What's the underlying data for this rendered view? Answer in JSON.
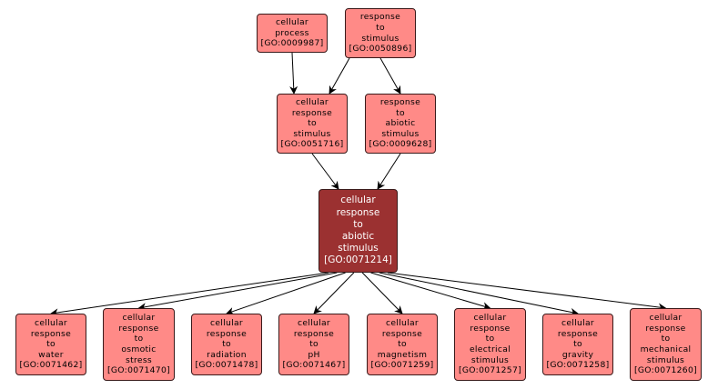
{
  "colors": {
    "node_fill": "#ff8a87",
    "focus_fill": "#9b3131",
    "edge": "#000000",
    "border": "#3a1a1a"
  },
  "nodes": {
    "cellular_process": {
      "lines": [
        "cellular",
        "process",
        "[GO:0009987]"
      ]
    },
    "response_to_stimulus": {
      "lines": [
        "response",
        "to",
        "stimulus",
        "[GO:0050896]"
      ]
    },
    "cellular_response_to_stimulus": {
      "lines": [
        "cellular",
        "response",
        "to",
        "stimulus",
        "[GO:0051716]"
      ]
    },
    "response_to_abiotic_stimulus": {
      "lines": [
        "response",
        "to",
        "abiotic",
        "stimulus",
        "[GO:0009628]"
      ]
    },
    "cellular_response_to_abiotic_stimulus": {
      "lines": [
        "cellular",
        "response",
        "to",
        "abiotic",
        "stimulus",
        "[GO:0071214]"
      ]
    },
    "water": {
      "lines": [
        "cellular",
        "response",
        "to",
        "water",
        "[GO:0071462]"
      ]
    },
    "osmotic": {
      "lines": [
        "cellular",
        "response",
        "to",
        "osmotic",
        "stress",
        "[GO:0071470]"
      ]
    },
    "radiation": {
      "lines": [
        "cellular",
        "response",
        "to",
        "radiation",
        "[GO:0071478]"
      ]
    },
    "ph": {
      "lines": [
        "cellular",
        "response",
        "to",
        "pH",
        "[GO:0071467]"
      ]
    },
    "magnetism": {
      "lines": [
        "cellular",
        "response",
        "to",
        "magnetism",
        "[GO:0071259]"
      ]
    },
    "electrical": {
      "lines": [
        "cellular",
        "response",
        "to",
        "electrical",
        "stimulus",
        "[GO:0071257]"
      ]
    },
    "gravity": {
      "lines": [
        "cellular",
        "response",
        "to",
        "gravity",
        "[GO:0071258]"
      ]
    },
    "mechanical": {
      "lines": [
        "cellular",
        "response",
        "to",
        "mechanical",
        "stimulus",
        "[GO:0071260]"
      ]
    }
  },
  "edges": [
    {
      "from": "cellular_process",
      "to": "cellular_response_to_stimulus"
    },
    {
      "from": "response_to_stimulus",
      "to": "cellular_response_to_stimulus"
    },
    {
      "from": "response_to_stimulus",
      "to": "response_to_abiotic_stimulus"
    },
    {
      "from": "cellular_response_to_stimulus",
      "to": "cellular_response_to_abiotic_stimulus"
    },
    {
      "from": "response_to_abiotic_stimulus",
      "to": "cellular_response_to_abiotic_stimulus"
    },
    {
      "from": "cellular_response_to_abiotic_stimulus",
      "to": "water"
    },
    {
      "from": "cellular_response_to_abiotic_stimulus",
      "to": "osmotic"
    },
    {
      "from": "cellular_response_to_abiotic_stimulus",
      "to": "radiation"
    },
    {
      "from": "cellular_response_to_abiotic_stimulus",
      "to": "ph"
    },
    {
      "from": "cellular_response_to_abiotic_stimulus",
      "to": "magnetism"
    },
    {
      "from": "cellular_response_to_abiotic_stimulus",
      "to": "electrical"
    },
    {
      "from": "cellular_response_to_abiotic_stimulus",
      "to": "gravity"
    },
    {
      "from": "cellular_response_to_abiotic_stimulus",
      "to": "mechanical"
    }
  ]
}
